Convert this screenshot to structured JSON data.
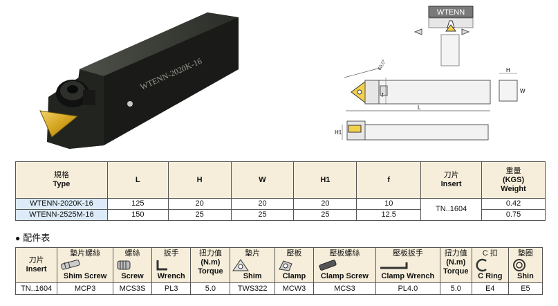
{
  "photo": {
    "engraving": "WTENN-2020K-16"
  },
  "diagram": {
    "header_label": "WTENN",
    "angle_label": "60.0°",
    "dim_h": "H",
    "dim_w": "W",
    "dim_l": "L",
    "dim_f": "f",
    "dim_h1": "H1"
  },
  "spec_table": {
    "headers": [
      {
        "zh": "規格",
        "en": "Type"
      },
      {
        "zh": "",
        "en": "L"
      },
      {
        "zh": "",
        "en": "H"
      },
      {
        "zh": "",
        "en": "W"
      },
      {
        "zh": "",
        "en": "H1"
      },
      {
        "zh": "",
        "en": "f"
      },
      {
        "zh": "刀片",
        "en": "Insert"
      },
      {
        "zh": "重量",
        "en": "(KGS)",
        "en2": "Weight"
      }
    ],
    "rows": [
      {
        "type": "WTENN-2020K-16",
        "L": "125",
        "H": "20",
        "W": "20",
        "H1": "20",
        "f": "10",
        "weight": "0.42"
      },
      {
        "type": "WTENN-2525M-16",
        "L": "150",
        "H": "25",
        "W": "25",
        "H1": "25",
        "f": "12.5",
        "weight": "0.75"
      }
    ],
    "insert": "TN..1604"
  },
  "parts_title": "配件表",
  "parts_table": {
    "headers": [
      {
        "zh": "刀片",
        "en": "Insert",
        "icon": ""
      },
      {
        "zh": "墊片螺絲",
        "en": "Shim Screw",
        "icon": "shim-screw-icon"
      },
      {
        "zh": "螺絲",
        "en": "Screw",
        "icon": "screw-icon"
      },
      {
        "zh": "扳手",
        "en": "Wrench",
        "icon": "wrench-icon"
      },
      {
        "zh": "扭力值",
        "en": "(N.m)",
        "en2": "Torque",
        "icon": ""
      },
      {
        "zh": "墊片",
        "en": "Shim",
        "icon": "shim-icon"
      },
      {
        "zh": "壓板",
        "en": "Clamp",
        "icon": "clamp-icon"
      },
      {
        "zh": "壓板螺絲",
        "en": "Clamp Screw",
        "icon": "clamp-screw-icon"
      },
      {
        "zh": "壓板扳手",
        "en": "Clamp Wrench",
        "icon": "clamp-wrench-icon"
      },
      {
        "zh": "扭力值",
        "en": "(N.m)",
        "en2": "Torque",
        "icon": ""
      },
      {
        "zh": "C 扣",
        "en": "C Ring",
        "icon": "c-ring-icon"
      },
      {
        "zh": "墊圈",
        "en": "Shin",
        "icon": "washer-icon"
      }
    ],
    "values": [
      "TN..1604",
      "MCP3",
      "MCS3S",
      "PL3",
      "5.0",
      "TWS322",
      "MCW3",
      "MCS3",
      "PL4.0",
      "5.0",
      "E4",
      "E5"
    ]
  }
}
